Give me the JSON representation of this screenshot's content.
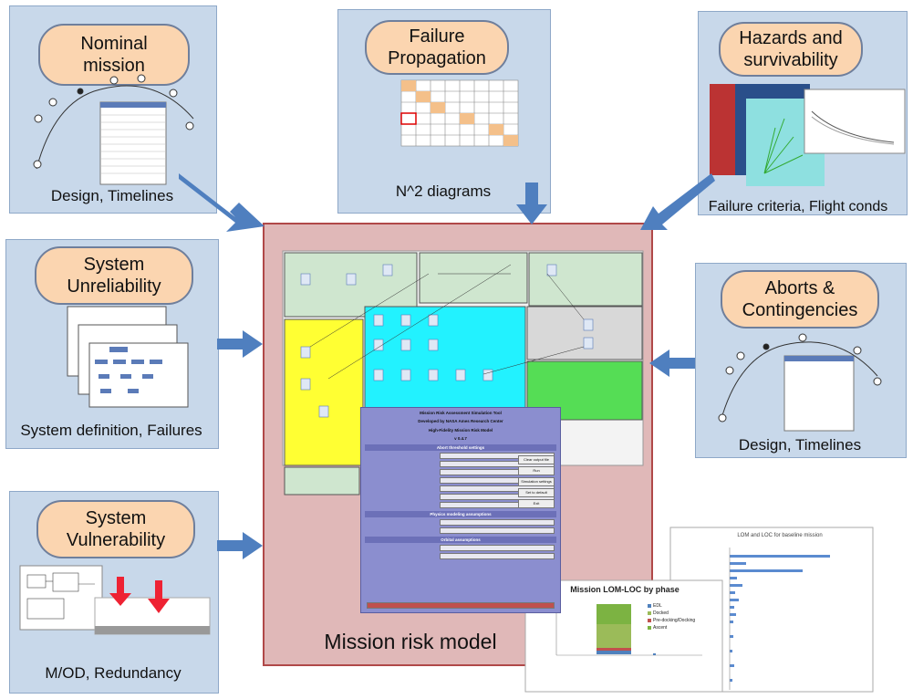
{
  "panels": {
    "nominal": {
      "title_lines": [
        "Nominal",
        "mission"
      ],
      "caption": "Design, Timelines"
    },
    "failure": {
      "title_lines": [
        "Failure",
        "Propagation"
      ],
      "caption": "N^2 diagrams"
    },
    "hazards": {
      "title_lines": [
        "Hazards and",
        "survivability"
      ],
      "caption": "Failure criteria, Flight conds"
    },
    "unreliability": {
      "title_lines": [
        "System",
        "Unreliability"
      ],
      "caption": "System definition, Failures"
    },
    "aborts": {
      "title_lines": [
        "Aborts &",
        "Contingencies"
      ],
      "caption": "Design, Timelines"
    },
    "vulnerability": {
      "title_lines": [
        "System",
        "Vulnerability"
      ],
      "caption": "M/OD, Redundancy"
    }
  },
  "center": {
    "title": "Mission risk model",
    "sim_tool": {
      "title": "Mission Risk Assessment Simulation Tool",
      "subtitle": "Developed by NASA Ames Research Center",
      "model": "High-Fidelity Mission Risk Model",
      "version": "v 0.4.7",
      "sections": [
        "Abort threshold settings",
        "Physics modeling assumptions",
        "Orbital assumptions"
      ],
      "buttons": [
        "Clear output file",
        "Run",
        "Simulation settings",
        "Set to default",
        "Exit"
      ]
    }
  },
  "inset_charts": {
    "lom_loc_phase": {
      "title": "Mission LOM-LOC by phase",
      "legend": [
        "EDL",
        "Docked",
        "Pre-docking/Docking",
        "Ascent"
      ]
    },
    "baseline": {
      "title": "LOM and LOC for baseline mission"
    }
  },
  "colors": {
    "panel_bg": "#c8d8ea",
    "pill_bg": "#fbd5b0",
    "arrow": "#4f7fbf",
    "center_bg": "#e0b8b8",
    "center_border": "#b04848"
  }
}
